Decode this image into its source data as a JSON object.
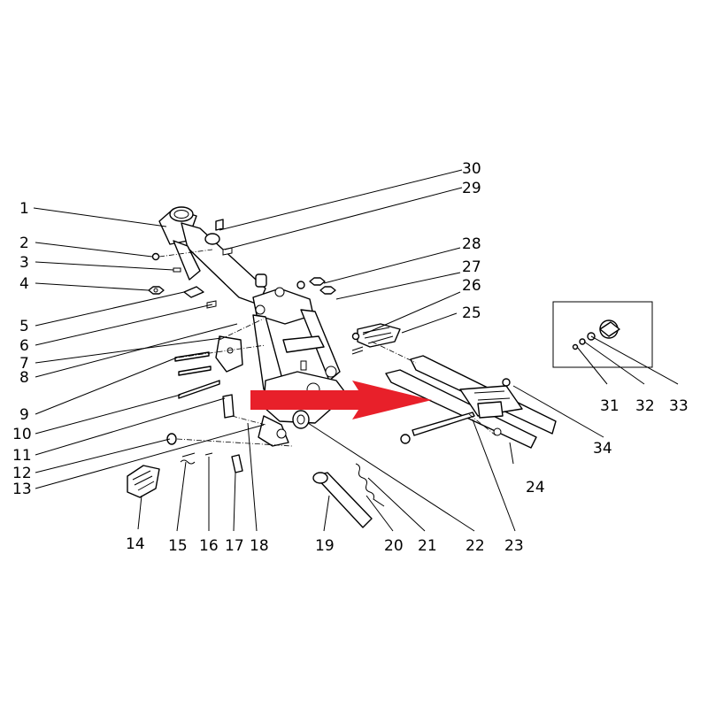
{
  "callouts": [
    "1",
    "2",
    "3",
    "4",
    "5",
    "6",
    "7",
    "8",
    "9",
    "10",
    "11",
    "12",
    "13",
    "14",
    "15",
    "16",
    "17",
    "18",
    "19",
    "20",
    "21",
    "22",
    "23",
    "24",
    "25",
    "26",
    "27",
    "28",
    "29",
    "30",
    "31",
    "32",
    "33",
    "34"
  ],
  "colors": {
    "arrow": "#e8202a",
    "line": "#000000",
    "background": "#ffffff"
  }
}
